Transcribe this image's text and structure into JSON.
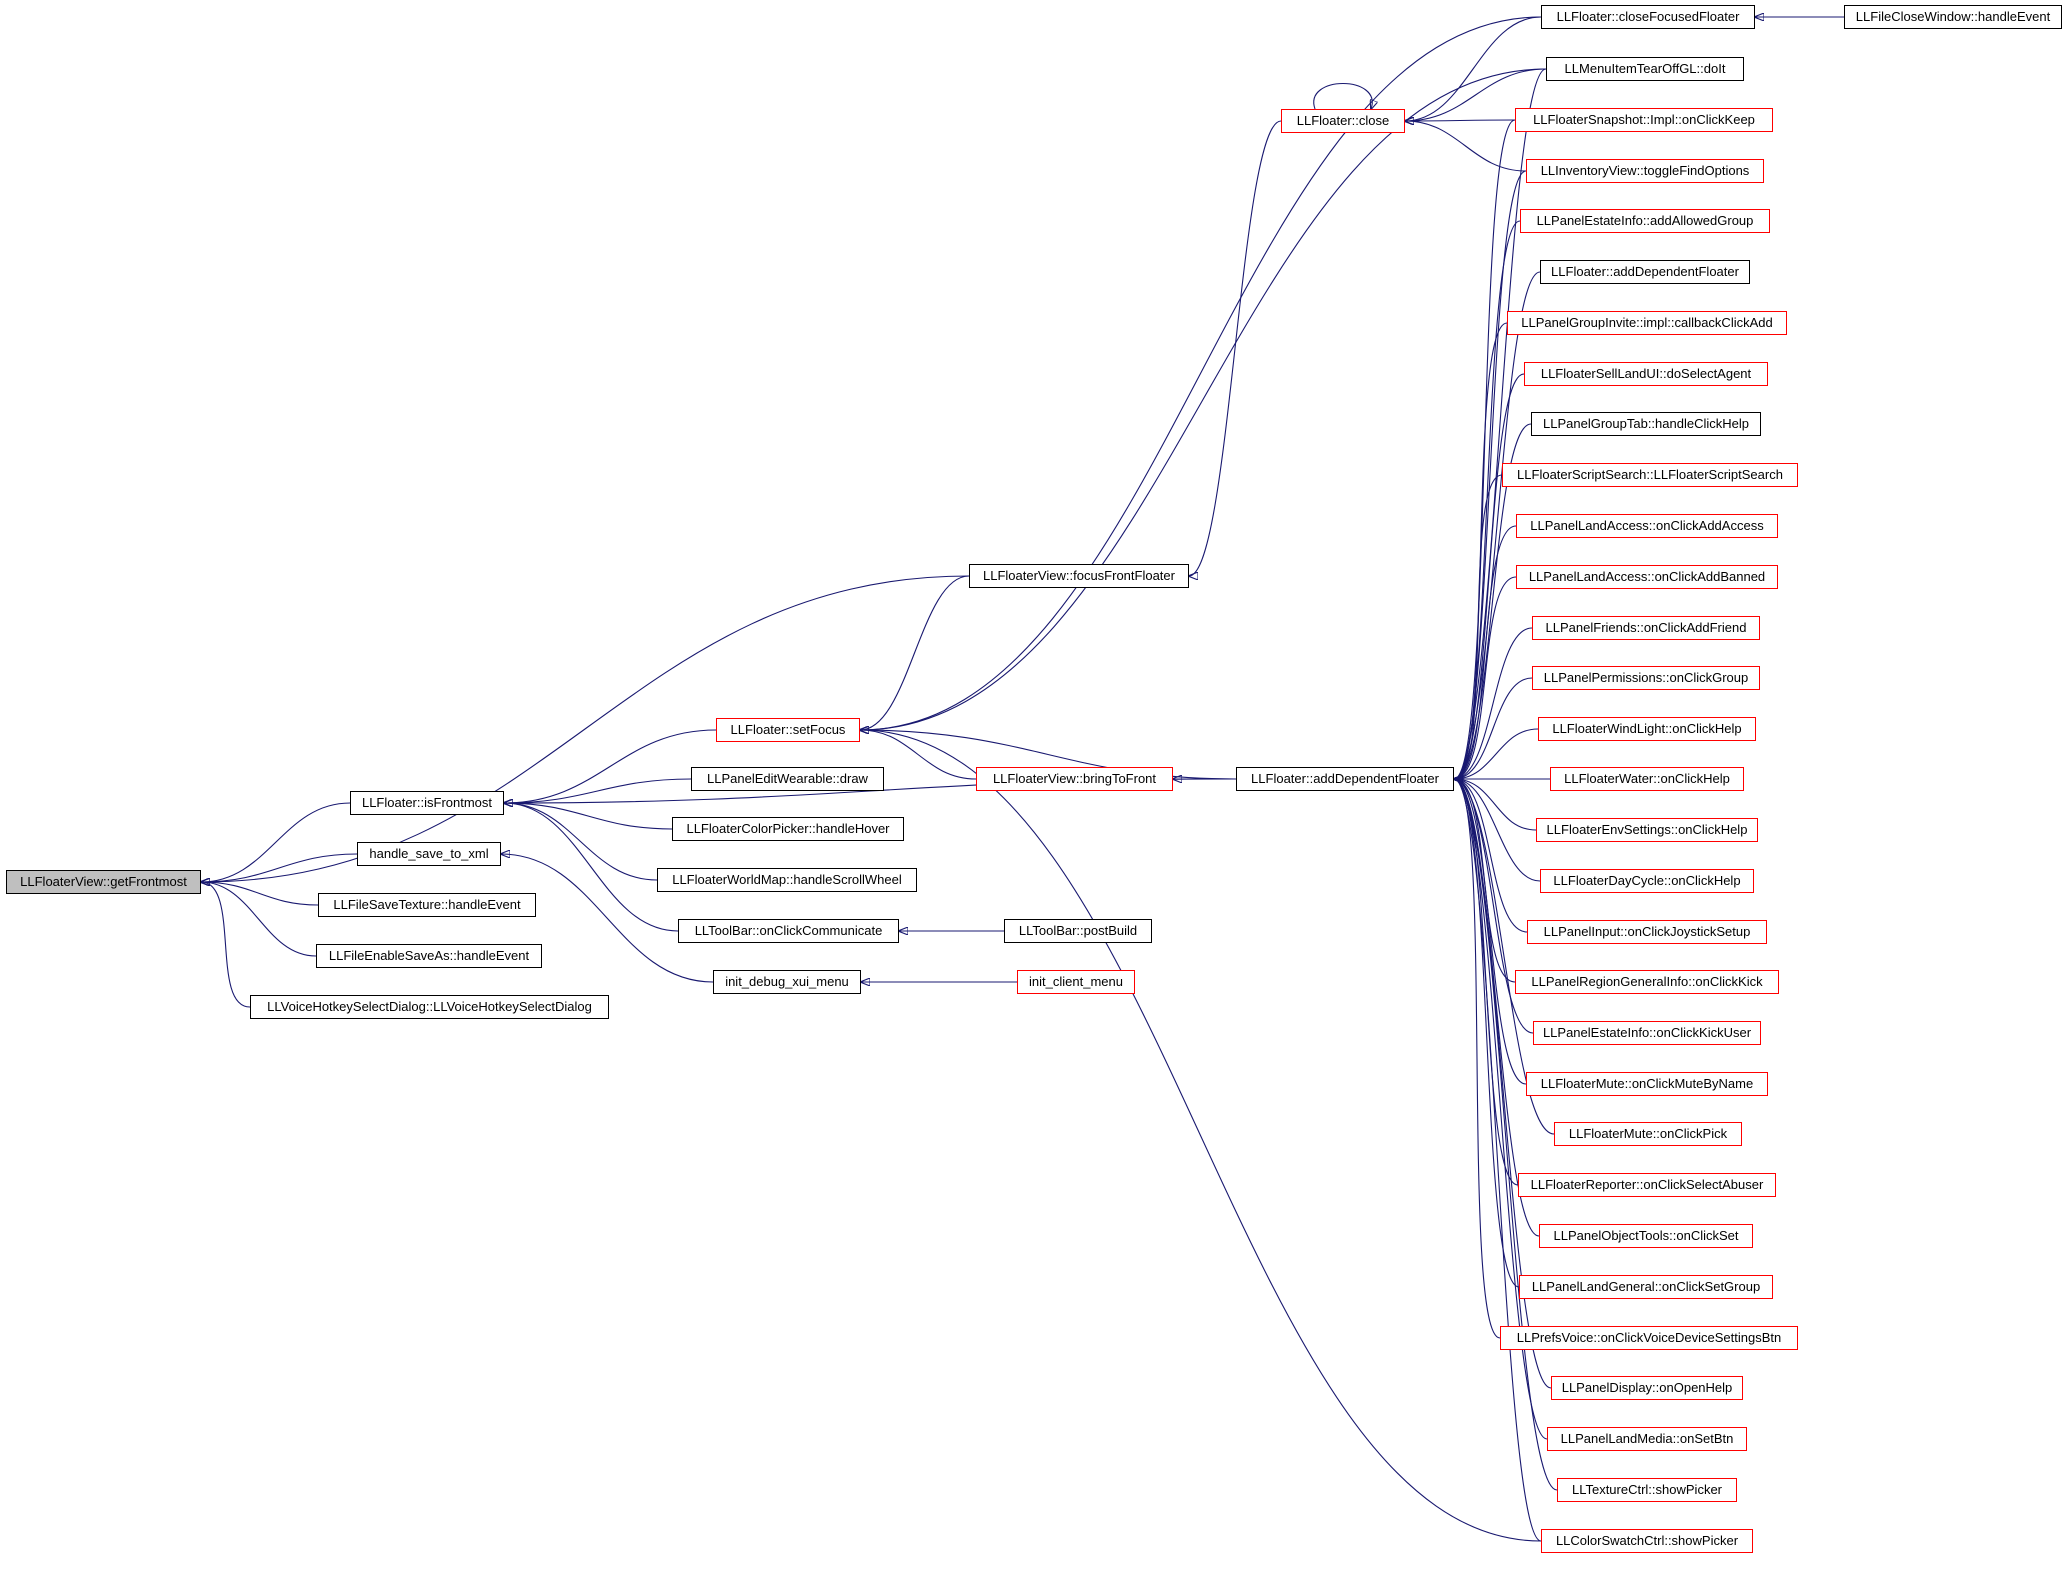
{
  "colors": {
    "edge": "#191970",
    "node_border": "#000000",
    "truncated_border": "#ff0000",
    "focus_fill": "#bfbfbf"
  },
  "nodes": [
    {
      "id": "getFrontmost",
      "label": "LLFloaterView::getFrontmost",
      "style": "current"
    },
    {
      "id": "isFrontmost",
      "label": "LLFloater::isFrontmost",
      "style": "normal"
    },
    {
      "id": "handle_save_to_xml",
      "label": "handle_save_to_xml",
      "style": "normal"
    },
    {
      "id": "FileSaveTexture",
      "label": "LLFileSaveTexture::handleEvent",
      "style": "normal"
    },
    {
      "id": "FileEnableSaveAs",
      "label": "LLFileEnableSaveAs::handleEvent",
      "style": "normal"
    },
    {
      "id": "VoiceHotkey",
      "label": "LLVoiceHotkeySelectDialog::LLVoiceHotkeySelectDialog",
      "style": "normal"
    },
    {
      "id": "setFocus",
      "label": "LLFloater::setFocus",
      "style": "truncated"
    },
    {
      "id": "EditWearableDraw",
      "label": "LLPanelEditWearable::draw",
      "style": "normal"
    },
    {
      "id": "ColorPickerHover",
      "label": "LLFloaterColorPicker::handleHover",
      "style": "normal"
    },
    {
      "id": "WorldMapScroll",
      "label": "LLFloaterWorldMap::handleScrollWheel",
      "style": "normal"
    },
    {
      "id": "ToolBarComm",
      "label": "LLToolBar::onClickCommunicate",
      "style": "normal"
    },
    {
      "id": "init_debug_xui_menu",
      "label": "init_debug_xui_menu",
      "style": "normal"
    },
    {
      "id": "focusFrontFloater",
      "label": "LLFloaterView::focusFrontFloater",
      "style": "normal"
    },
    {
      "id": "bringToFront",
      "label": "LLFloaterView::bringToFront",
      "style": "truncated"
    },
    {
      "id": "ToolBarPostBuild",
      "label": "LLToolBar::postBuild",
      "style": "normal"
    },
    {
      "id": "init_client_menu",
      "label": "init_client_menu",
      "style": "truncated"
    },
    {
      "id": "close",
      "label": "LLFloater::close",
      "style": "truncated"
    },
    {
      "id": "addDependentFloater",
      "label": "LLFloater::addDependentFloater",
      "style": "normal"
    },
    {
      "id": "closeFocusedFloater",
      "label": "LLFloater::closeFocusedFloater",
      "style": "normal"
    },
    {
      "id": "FileCloseWindow",
      "label": "LLFileCloseWindow::handleEvent",
      "style": "normal"
    },
    {
      "id": "r01",
      "label": "LLMenuItemTearOffGL::doIt",
      "style": "normal"
    },
    {
      "id": "r02",
      "label": "LLFloaterSnapshot::Impl::onClickKeep",
      "style": "truncated"
    },
    {
      "id": "r03",
      "label": "LLInventoryView::toggleFindOptions",
      "style": "truncated"
    },
    {
      "id": "r04",
      "label": "LLPanelEstateInfo::addAllowedGroup",
      "style": "truncated"
    },
    {
      "id": "r05",
      "label": "LLFloater::addDependentFloater",
      "style": "normal"
    },
    {
      "id": "r06",
      "label": "LLPanelGroupInvite::impl::callbackClickAdd",
      "style": "truncated"
    },
    {
      "id": "r07",
      "label": "LLFloaterSellLandUI::doSelectAgent",
      "style": "truncated"
    },
    {
      "id": "r08",
      "label": "LLPanelGroupTab::handleClickHelp",
      "style": "normal"
    },
    {
      "id": "r09",
      "label": "LLFloaterScriptSearch::LLFloaterScriptSearch",
      "style": "truncated"
    },
    {
      "id": "r10",
      "label": "LLPanelLandAccess::onClickAddAccess",
      "style": "truncated"
    },
    {
      "id": "r11",
      "label": "LLPanelLandAccess::onClickAddBanned",
      "style": "truncated"
    },
    {
      "id": "r12",
      "label": "LLPanelFriends::onClickAddFriend",
      "style": "truncated"
    },
    {
      "id": "r13",
      "label": "LLPanelPermissions::onClickGroup",
      "style": "truncated"
    },
    {
      "id": "r14",
      "label": "LLFloaterWindLight::onClickHelp",
      "style": "truncated"
    },
    {
      "id": "r15",
      "label": "LLFloaterWater::onClickHelp",
      "style": "truncated"
    },
    {
      "id": "r16",
      "label": "LLFloaterEnvSettings::onClickHelp",
      "style": "truncated"
    },
    {
      "id": "r17",
      "label": "LLFloaterDayCycle::onClickHelp",
      "style": "truncated"
    },
    {
      "id": "r18",
      "label": "LLPanelInput::onClickJoystickSetup",
      "style": "truncated"
    },
    {
      "id": "r19",
      "label": "LLPanelRegionGeneralInfo::onClickKick",
      "style": "truncated"
    },
    {
      "id": "r20",
      "label": "LLPanelEstateInfo::onClickKickUser",
      "style": "truncated"
    },
    {
      "id": "r21",
      "label": "LLFloaterMute::onClickMuteByName",
      "style": "truncated"
    },
    {
      "id": "r22",
      "label": "LLFloaterMute::onClickPick",
      "style": "truncated"
    },
    {
      "id": "r23",
      "label": "LLFloaterReporter::onClickSelectAbuser",
      "style": "truncated"
    },
    {
      "id": "r24",
      "label": "LLPanelObjectTools::onClickSet",
      "style": "truncated"
    },
    {
      "id": "r25",
      "label": "LLPanelLandGeneral::onClickSetGroup",
      "style": "truncated"
    },
    {
      "id": "r26",
      "label": "LLPrefsVoice::onClickVoiceDeviceSettingsBtn",
      "style": "truncated"
    },
    {
      "id": "r27",
      "label": "LLPanelDisplay::onOpenHelp",
      "style": "truncated"
    },
    {
      "id": "r28",
      "label": "LLPanelLandMedia::onSetBtn",
      "style": "truncated"
    },
    {
      "id": "r29",
      "label": "LLTextureCtrl::showPicker",
      "style": "truncated"
    },
    {
      "id": "r30",
      "label": "LLColorSwatchCtrl::showPicker",
      "style": "truncated"
    }
  ],
  "edges": [
    [
      "isFrontmost",
      "getFrontmost"
    ],
    [
      "handle_save_to_xml",
      "getFrontmost"
    ],
    [
      "FileSaveTexture",
      "getFrontmost"
    ],
    [
      "FileEnableSaveAs",
      "getFrontmost"
    ],
    [
      "VoiceHotkey",
      "getFrontmost"
    ],
    [
      "focusFrontFloater",
      "getFrontmost"
    ],
    [
      "setFocus",
      "isFrontmost"
    ],
    [
      "EditWearableDraw",
      "isFrontmost"
    ],
    [
      "ColorPickerHover",
      "isFrontmost"
    ],
    [
      "WorldMapScroll",
      "isFrontmost"
    ],
    [
      "ToolBarComm",
      "isFrontmost"
    ],
    [
      "addDependentFloater",
      "isFrontmost"
    ],
    [
      "init_debug_xui_menu",
      "handle_save_to_xml"
    ],
    [
      "ToolBarPostBuild",
      "ToolBarComm"
    ],
    [
      "init_client_menu",
      "init_debug_xui_menu"
    ],
    [
      "focusFrontFloater",
      "setFocus"
    ],
    [
      "bringToFront",
      "setFocus"
    ],
    [
      "addDependentFloater",
      "setFocus"
    ],
    [
      "r01",
      "setFocus"
    ],
    [
      "r30",
      "setFocus"
    ],
    [
      "addDependentFloater",
      "bringToFront"
    ],
    [
      "close",
      "focusFrontFloater"
    ],
    [
      "closeFocusedFloater",
      "setFocus"
    ],
    [
      "close",
      "close"
    ],
    [
      "closeFocusedFloater",
      "close"
    ],
    [
      "r01",
      "close"
    ],
    [
      "r02",
      "close"
    ],
    [
      "r03",
      "close"
    ],
    [
      "FileCloseWindow",
      "closeFocusedFloater"
    ],
    [
      "r01",
      "addDependentFloater"
    ],
    [
      "r02",
      "addDependentFloater"
    ],
    [
      "r03",
      "addDependentFloater"
    ],
    [
      "r04",
      "addDependentFloater"
    ],
    [
      "r05",
      "addDependentFloater"
    ],
    [
      "r06",
      "addDependentFloater"
    ],
    [
      "r07",
      "addDependentFloater"
    ],
    [
      "r08",
      "addDependentFloater"
    ],
    [
      "r09",
      "addDependentFloater"
    ],
    [
      "r10",
      "addDependentFloater"
    ],
    [
      "r11",
      "addDependentFloater"
    ],
    [
      "r12",
      "addDependentFloater"
    ],
    [
      "r13",
      "addDependentFloater"
    ],
    [
      "r14",
      "addDependentFloater"
    ],
    [
      "r15",
      "addDependentFloater"
    ],
    [
      "r16",
      "addDependentFloater"
    ],
    [
      "r17",
      "addDependentFloater"
    ],
    [
      "r18",
      "addDependentFloater"
    ],
    [
      "r19",
      "addDependentFloater"
    ],
    [
      "r20",
      "addDependentFloater"
    ],
    [
      "r21",
      "addDependentFloater"
    ],
    [
      "r22",
      "addDependentFloater"
    ],
    [
      "r23",
      "addDependentFloater"
    ],
    [
      "r24",
      "addDependentFloater"
    ],
    [
      "r25",
      "addDependentFloater"
    ],
    [
      "r26",
      "addDependentFloater"
    ],
    [
      "r27",
      "addDependentFloater"
    ],
    [
      "r28",
      "addDependentFloater"
    ],
    [
      "r29",
      "addDependentFloater"
    ],
    [
      "r30",
      "addDependentFloater"
    ]
  ]
}
